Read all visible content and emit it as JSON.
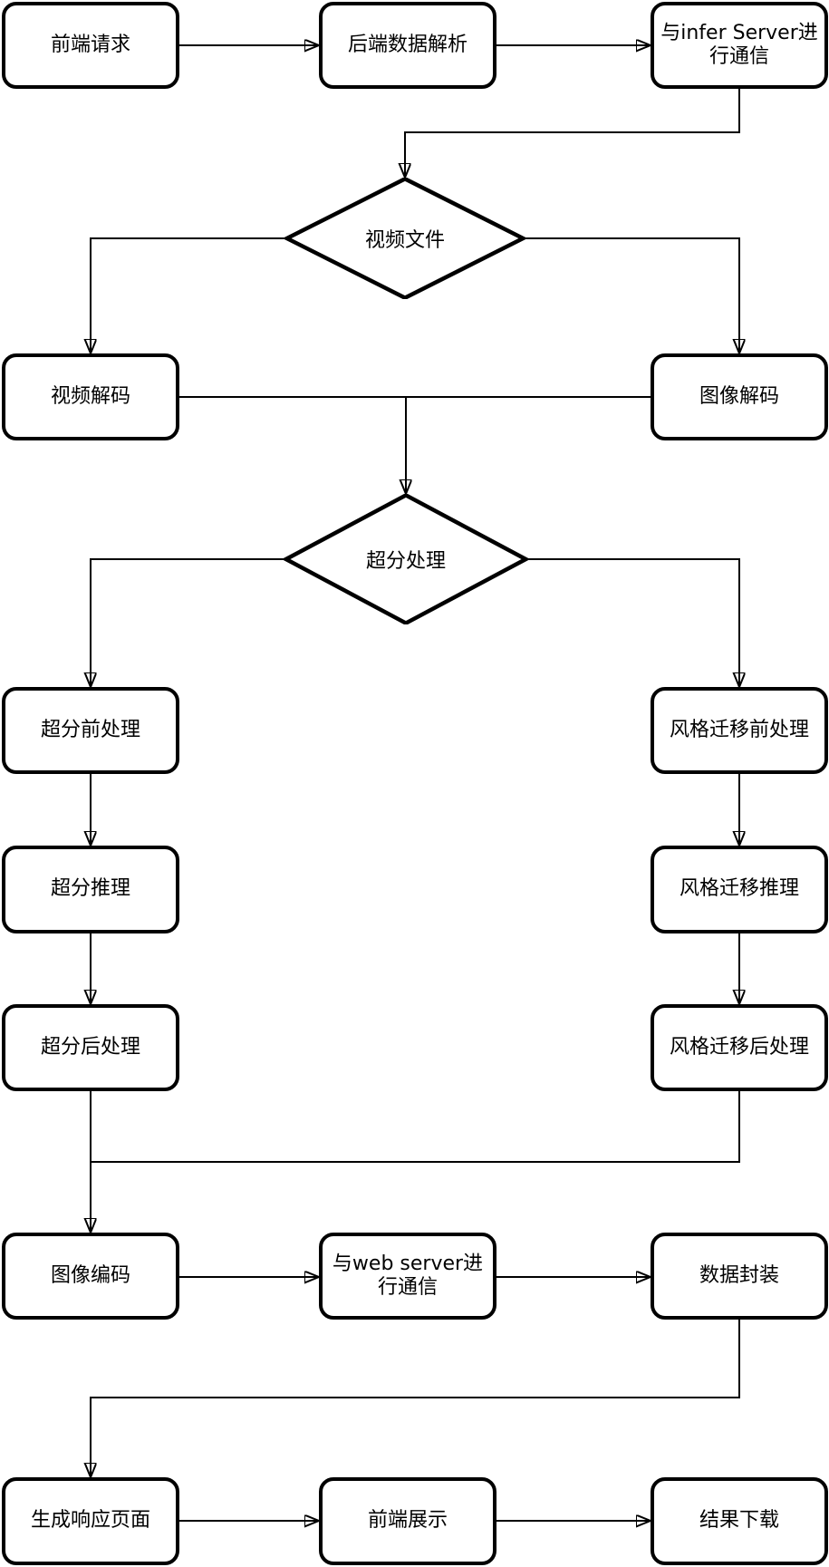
{
  "diagram": {
    "type": "flowchart",
    "background": "#ffffff",
    "colors": {
      "node_fill": "#ffffff",
      "node_border": "#000000",
      "connector": "#000000",
      "text": "#000000"
    },
    "nodes": [
      {
        "id": "frontend-request",
        "label": "前端请求",
        "shape": "rounded-rect"
      },
      {
        "id": "backend-data-parse",
        "label": "后端数据解析",
        "shape": "rounded-rect"
      },
      {
        "id": "infer-server-comm",
        "label": "与infer Server进行通信",
        "shape": "rounded-rect"
      },
      {
        "id": "video-file-decision",
        "label": "视频文件",
        "shape": "diamond"
      },
      {
        "id": "video-decode",
        "label": "视频解码",
        "shape": "rounded-rect"
      },
      {
        "id": "image-decode",
        "label": "图像解码",
        "shape": "rounded-rect"
      },
      {
        "id": "super-resolution-decision",
        "label": "超分处理",
        "shape": "diamond"
      },
      {
        "id": "sr-preprocess",
        "label": "超分前处理",
        "shape": "rounded-rect"
      },
      {
        "id": "style-transfer-preprocess",
        "label": "风格迁移前处理",
        "shape": "rounded-rect"
      },
      {
        "id": "sr-inference",
        "label": "超分推理",
        "shape": "rounded-rect"
      },
      {
        "id": "style-transfer-inference",
        "label": "风格迁移推理",
        "shape": "rounded-rect"
      },
      {
        "id": "sr-postprocess",
        "label": "超分后处理",
        "shape": "rounded-rect"
      },
      {
        "id": "style-transfer-postprocess",
        "label": "风格迁移后处理",
        "shape": "rounded-rect"
      },
      {
        "id": "image-encode",
        "label": "图像编码",
        "shape": "rounded-rect"
      },
      {
        "id": "web-server-comm",
        "label": "与web server进行通信",
        "shape": "rounded-rect"
      },
      {
        "id": "data-package",
        "label": "数据封装",
        "shape": "rounded-rect"
      },
      {
        "id": "generate-response-page",
        "label": "生成响应页面",
        "shape": "rounded-rect"
      },
      {
        "id": "frontend-display",
        "label": "前端展示",
        "shape": "rounded-rect"
      },
      {
        "id": "result-download",
        "label": "结果下载",
        "shape": "rounded-rect"
      }
    ],
    "edges": [
      {
        "from": "frontend-request",
        "to": "backend-data-parse"
      },
      {
        "from": "backend-data-parse",
        "to": "infer-server-comm"
      },
      {
        "from": "infer-server-comm",
        "to": "video-file-decision"
      },
      {
        "from": "video-file-decision",
        "to": "video-decode"
      },
      {
        "from": "video-file-decision",
        "to": "image-decode"
      },
      {
        "from": "video-decode",
        "to": "super-resolution-decision"
      },
      {
        "from": "image-decode",
        "to": "super-resolution-decision"
      },
      {
        "from": "super-resolution-decision",
        "to": "sr-preprocess"
      },
      {
        "from": "super-resolution-decision",
        "to": "style-transfer-preprocess"
      },
      {
        "from": "sr-preprocess",
        "to": "sr-inference"
      },
      {
        "from": "style-transfer-preprocess",
        "to": "style-transfer-inference"
      },
      {
        "from": "sr-inference",
        "to": "sr-postprocess"
      },
      {
        "from": "style-transfer-inference",
        "to": "style-transfer-postprocess"
      },
      {
        "from": "sr-postprocess",
        "to": "image-encode"
      },
      {
        "from": "style-transfer-postprocess",
        "to": "image-encode"
      },
      {
        "from": "image-encode",
        "to": "web-server-comm"
      },
      {
        "from": "web-server-comm",
        "to": "data-package"
      },
      {
        "from": "data-package",
        "to": "generate-response-page"
      },
      {
        "from": "generate-response-page",
        "to": "frontend-display"
      },
      {
        "from": "frontend-display",
        "to": "result-download"
      }
    ]
  }
}
